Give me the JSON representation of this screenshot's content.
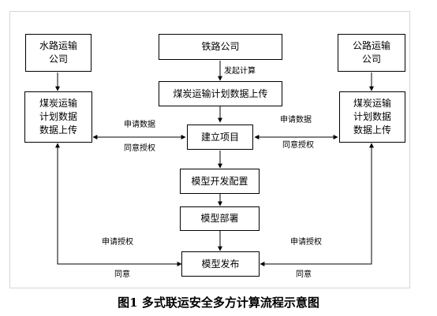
{
  "nodes": {
    "railway": "铁路公司",
    "coal_plan_center": "煤炭运输计划数据上传",
    "water": "水路运输\n公司",
    "coal_plan_left": "煤炭运输\n计划数据\n数据上传",
    "road": "公路运输\n公司",
    "coal_plan_right": "煤炭运输\n计划数据\n数据上传",
    "create_project": "建立项目",
    "model_config": "模型开发配置",
    "model_deploy": "模型部署",
    "model_publish": "模型发布"
  },
  "edge_labels": {
    "initiate_compute": "发起计算",
    "left_request_data": "申请数据",
    "left_grant_auth": "同意授权",
    "right_request_data": "申请数据",
    "right_grant_auth": "同意授权",
    "left_request_auth": "申请授权",
    "left_agree": "同意",
    "right_request_auth": "申请授权",
    "right_agree": "同意"
  },
  "caption": "图1  多式联运安全多方计算流程示意图"
}
